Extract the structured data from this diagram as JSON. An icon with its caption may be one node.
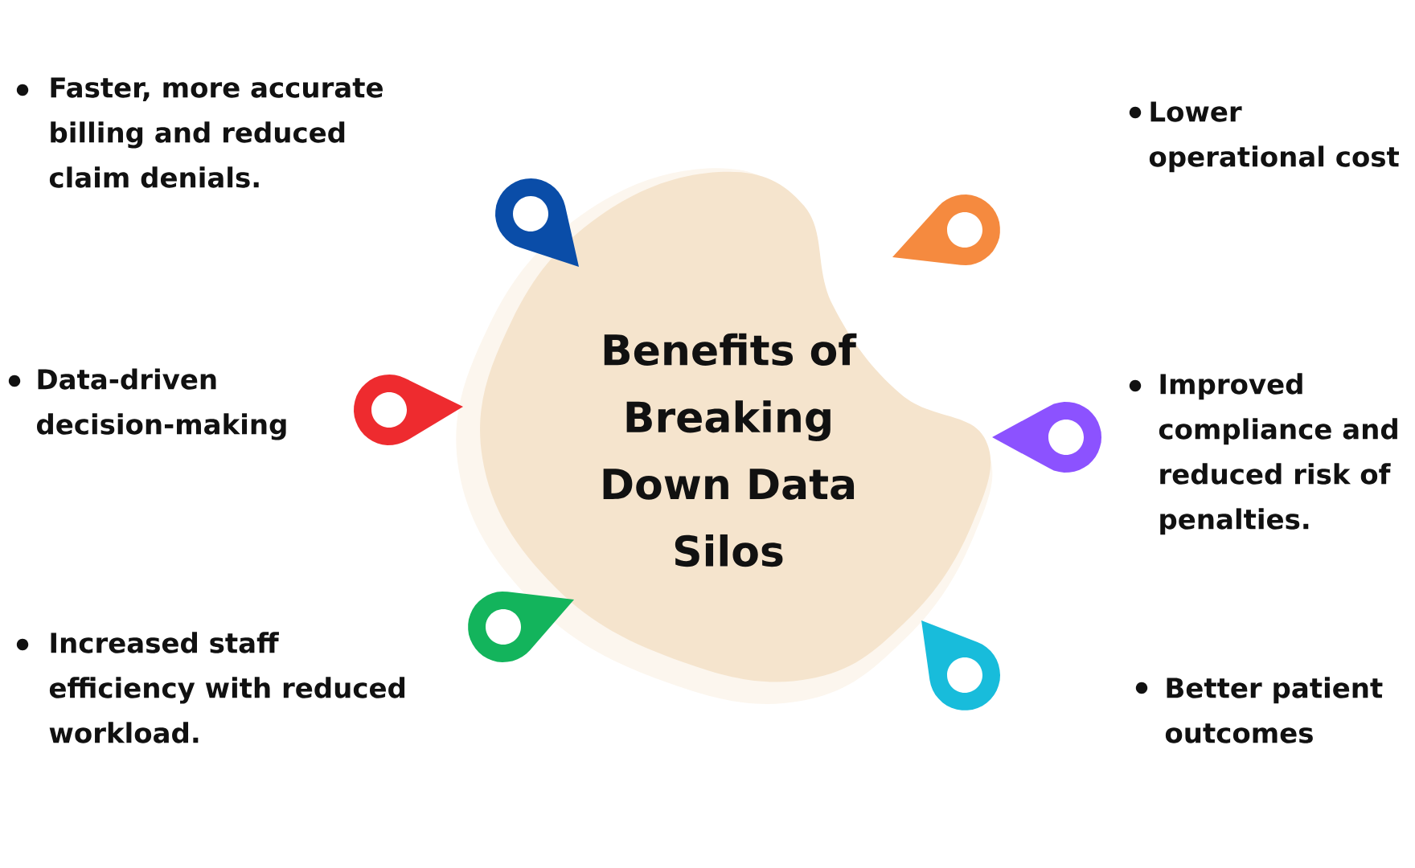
{
  "diagram": {
    "nodes": [
      {
        "text": [
          "Benefits of Breaking Down Data Silos"
        ]
      }
    ],
    "labels": [
      "Faster, more accurate billing and reduced claim denials.",
      "Lower operational cost",
      "Data-driven decision-making",
      "Improved compliance and reduced risk of penalties.",
      "Increased staff efficiency with reduced workload.",
      "Better patient outcomes"
    ]
  }
}
